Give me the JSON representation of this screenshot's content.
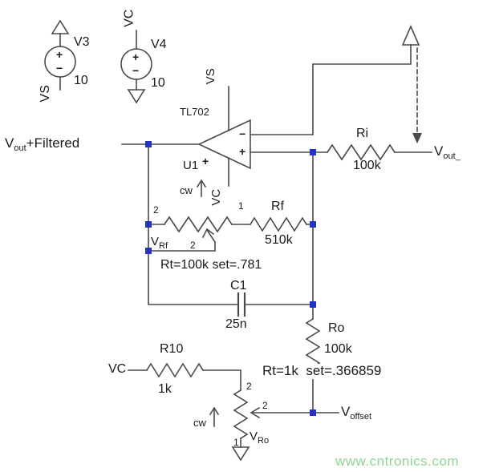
{
  "colors": {
    "wire": "#4a4a4a",
    "junction": "#2633c0",
    "watermark": "#8fd694",
    "text": "#1a1a1a"
  },
  "nets": {
    "vout_filtered_main": "V",
    "vout_filtered_sub": "out",
    "vout_filtered_rest": "+Filtered",
    "vout_main": "V",
    "vout_sub": "out_",
    "vrf_main": "V",
    "vrf_sub": "Rf",
    "vro_main": "V",
    "vro_sub": "Ro",
    "voffset_main": "V",
    "voffset_sub": "offset",
    "vc_left": "VC"
  },
  "sources": {
    "v3": {
      "ref": "V3",
      "value": "10",
      "net": "VS",
      "plus": "+",
      "minus": "−"
    },
    "v4": {
      "ref": "V4",
      "value": "10",
      "net": "VC",
      "plus": "+",
      "minus": "−"
    }
  },
  "opamp": {
    "part": "TL702",
    "ref": "U1",
    "minus": "−",
    "plus": "+",
    "power_plus": "+",
    "net_top": "VS",
    "net_bottom": "VC"
  },
  "components": {
    "ri": {
      "name": "Ri",
      "value": "100k"
    },
    "rf": {
      "name": "Rf",
      "value": "510k"
    },
    "rf_pot": {
      "set": "Rt=100k set=.781",
      "cw": "cw",
      "pin_a": "2",
      "pin_b": "1",
      "pin_w": "2"
    },
    "c1": {
      "name": "C1",
      "value": "25n"
    },
    "ro": {
      "name": "Ro",
      "value": "100k",
      "set": "Rt=1k  set=.366859"
    },
    "r10": {
      "name": "R10",
      "value": "1k"
    },
    "ro_pot": {
      "cw": "cw",
      "pin_a": "2",
      "pin_b": "1",
      "pin_w": "2"
    }
  },
  "watermark": "www.cntronics.com"
}
